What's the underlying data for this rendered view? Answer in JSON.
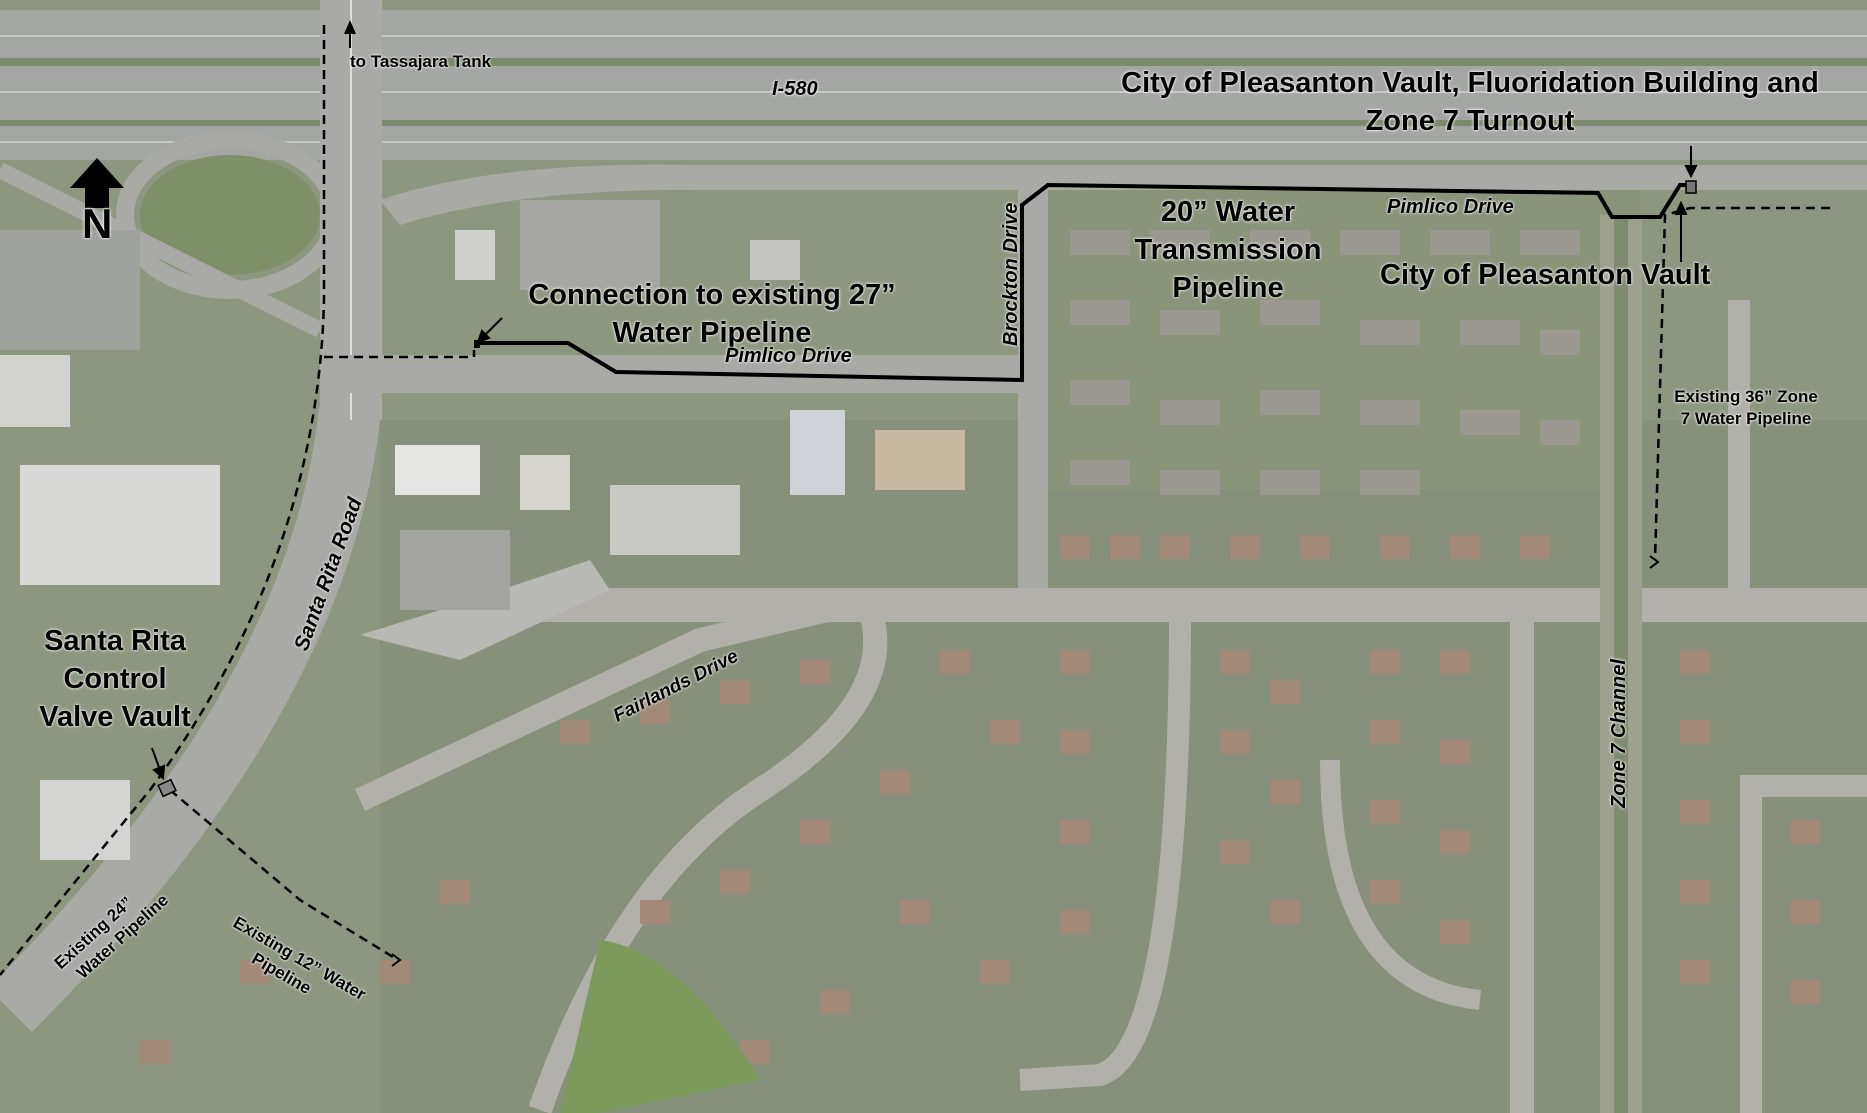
{
  "colors": {
    "landscape": "#8d9780",
    "freeway": "#a7a9a6",
    "street": "#b2b0aa",
    "pipeline_new": "#000000",
    "pipeline_existing": "#000000"
  },
  "north_arrow": {
    "icon": "north-arrow-icon",
    "label": "N"
  },
  "labels": {
    "to_tassajara": "to Tassajara Tank",
    "i580": "I-580",
    "vault_title_line1": "City of Pleasanton Vault, Fluoridation Building and",
    "vault_title_line2": "Zone 7 Turnout",
    "pimlico_east": "Pimlico Drive",
    "pipeline_line1": "20” Water",
    "pipeline_line2": "Transmission",
    "pipeline_line3": "Pipeline",
    "city_vault": "City of Pleasanton Vault",
    "connection_line1": "Connection to existing 27”",
    "connection_line2": "Water Pipeline",
    "pimlico_west": "Pimlico Drive",
    "brockton": "Brockton Drive",
    "existing36_line1": "Existing 36” Zone",
    "existing36_line2": "7 Water Pipeline",
    "santa_rita_road": "Santa Rita Road",
    "fairlands": "Fairlands Drive",
    "control_valve_line1": "Santa Rita",
    "control_valve_line2": "Control",
    "control_valve_line3": "Valve Vault",
    "zone7_channel": "Zone 7 Channel",
    "existing24_line1": "Existing 24”",
    "existing24_line2": "Water Pipeline",
    "existing12_line1": "Existing 12” Water",
    "existing12_line2": "Pipeline"
  }
}
